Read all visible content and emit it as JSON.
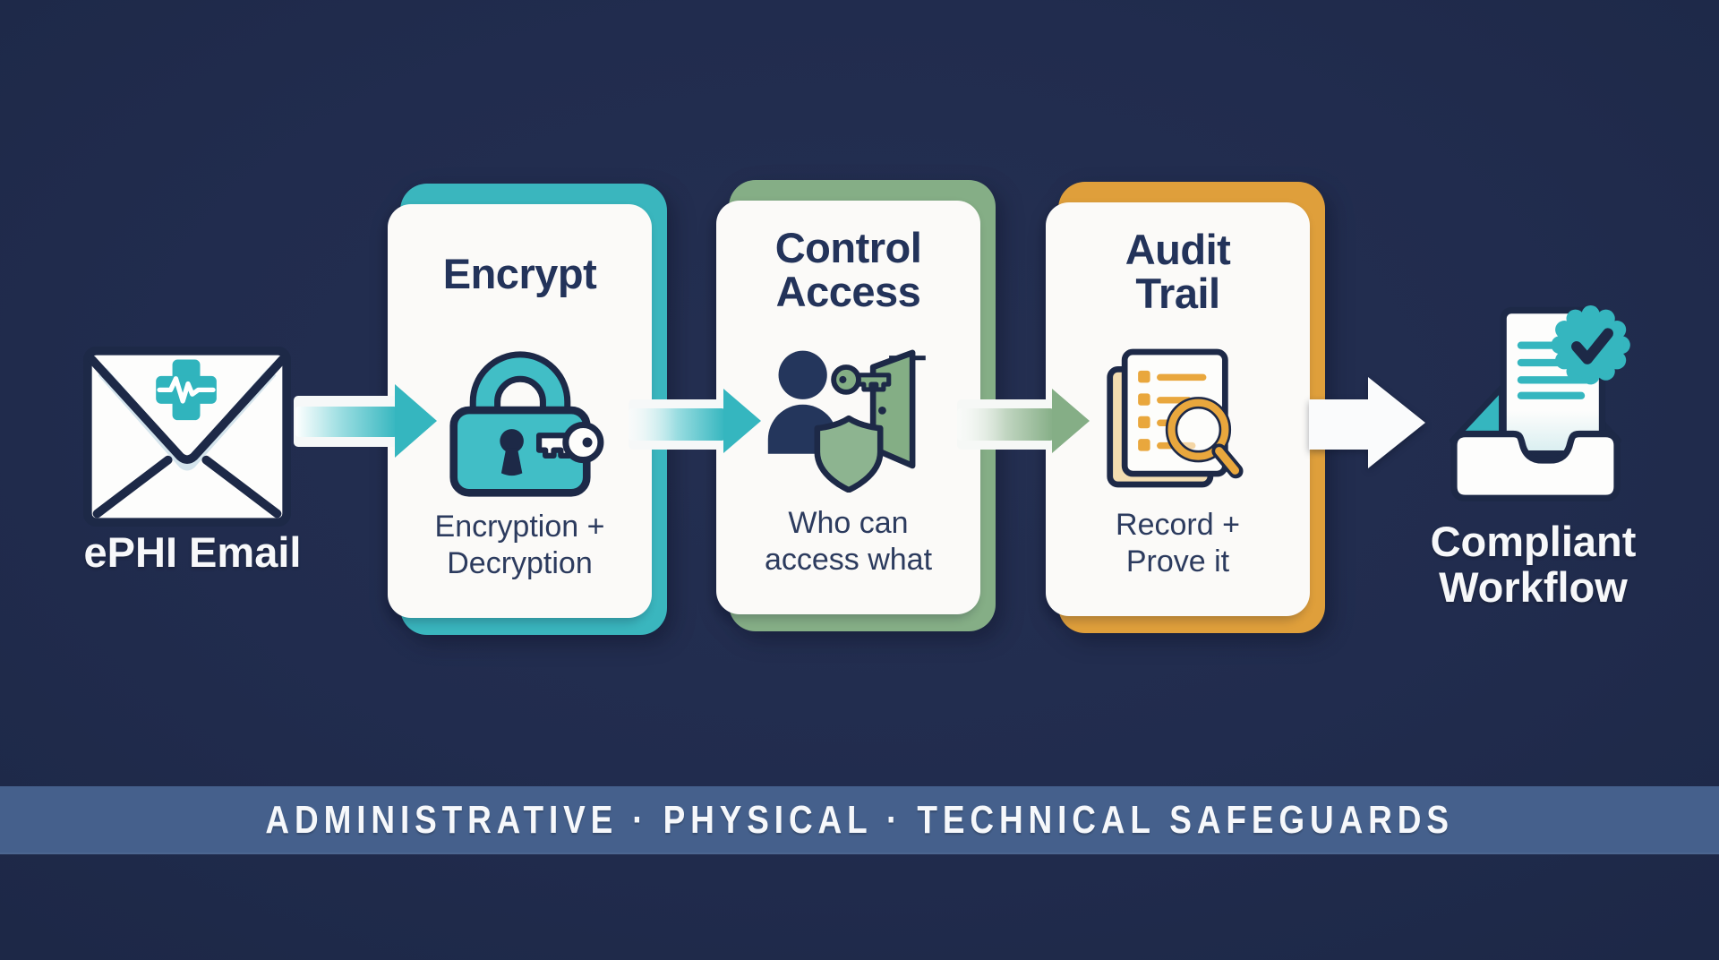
{
  "palette": {
    "background_navy": "#212c4e",
    "card_white": "#fbfaf8",
    "outline_navy": "#1d2947",
    "text_navy": "#23335a",
    "teal": "#35b6bf",
    "green": "#85ae86",
    "orange": "#df9f3b",
    "banner_blue": "#45608c"
  },
  "source": {
    "label": "ePHI Email",
    "icon": "medical-email-icon"
  },
  "steps": [
    {
      "title": "Encrypt",
      "subtitle": "Encryption +\nDecryption",
      "accent": "#3ab6be",
      "icon": "lock-and-key-icon"
    },
    {
      "title": "Control\nAccess",
      "subtitle": "Who can\naccess what",
      "accent": "#85ae86",
      "icon": "user-key-door-shield-icon"
    },
    {
      "title": "Audit\nTrail",
      "subtitle": "Record +\nProve it",
      "accent": "#df9f3b",
      "icon": "checklist-magnifier-icon"
    }
  ],
  "arrows": [
    {
      "icon": "right-arrow-icon",
      "color": "#35b6bf"
    },
    {
      "icon": "right-arrow-icon",
      "color": "#35b6bf"
    },
    {
      "icon": "right-arrow-icon",
      "color": "#85ae86"
    },
    {
      "icon": "right-arrow-icon",
      "color": "#ffffff"
    }
  ],
  "result": {
    "label": "Compliant\nWorkflow",
    "icon": "approved-inbox-icon"
  },
  "banner": {
    "text": "ADMINISTRATIVE · PHYSICAL · TECHNICAL SAFEGUARDS"
  }
}
